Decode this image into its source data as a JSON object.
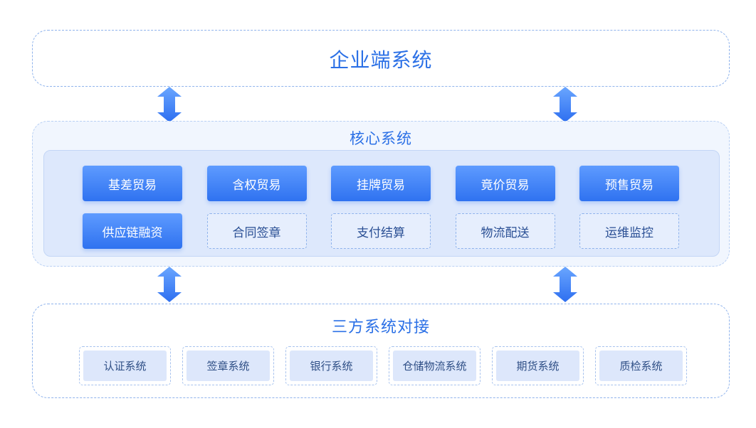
{
  "enterprise": {
    "title": "企业端系统"
  },
  "core": {
    "title": "核心系统",
    "modules": [
      {
        "label": "基差贸易",
        "style": "solid"
      },
      {
        "label": "含权贸易",
        "style": "solid"
      },
      {
        "label": "挂牌贸易",
        "style": "solid"
      },
      {
        "label": "竟价贸易",
        "style": "solid"
      },
      {
        "label": "预售贸易",
        "style": "solid"
      },
      {
        "label": "供应链融资",
        "style": "solid"
      },
      {
        "label": "合同签章",
        "style": "outline"
      },
      {
        "label": "支付结算",
        "style": "outline"
      },
      {
        "label": "物流配送",
        "style": "outline"
      },
      {
        "label": "运维监控",
        "style": "outline"
      }
    ]
  },
  "third_party": {
    "title": "三方系统对接",
    "systems": [
      "认证系统",
      "签章系统",
      "银行系统",
      "仓储物流系统",
      "期货系统",
      "质检系统"
    ]
  },
  "colors": {
    "accent": "#2f72f0",
    "title_blue": "#2b70e6",
    "dashed_border": "#8fb3ec",
    "core_panel": "#dde8fc"
  },
  "icons": {
    "connector": "double-arrow-vertical-icon"
  }
}
